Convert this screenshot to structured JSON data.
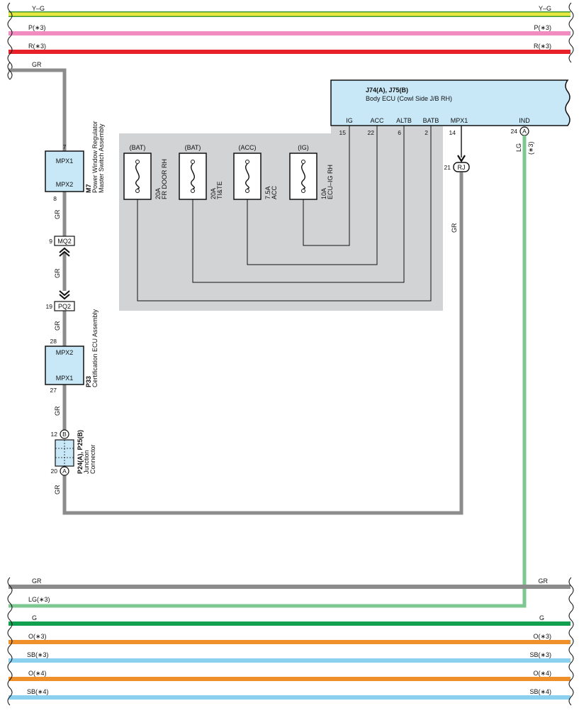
{
  "bus_top": [
    {
      "label_left": "Y–G",
      "label_right": "Y–G",
      "color": "#e8e840",
      "edge": "#3a9a3a"
    },
    {
      "label_left": "P(∗3)",
      "label_right": "P(∗3)",
      "color": "#f08cc0"
    },
    {
      "label_left": "R(∗3)",
      "label_right": "R(∗3)",
      "color": "#e8202a"
    }
  ],
  "bus_bottom": [
    {
      "label_left": "GR",
      "label_right": "GR",
      "color": "#8c8c8c"
    },
    {
      "label_left": "LG(∗3)",
      "label_right": "",
      "color": "#7cc890"
    },
    {
      "label_left": "G",
      "label_right": "G",
      "color": "#10a050"
    },
    {
      "label_left": "O(∗3)",
      "label_right": "O(∗3)",
      "color": "#f0902a"
    },
    {
      "label_left": "SB(∗3)",
      "label_right": "SB(∗3)",
      "color": "#8cd0f0"
    },
    {
      "label_left": "O(∗4)",
      "label_right": "O(∗4)",
      "color": "#f0902a"
    },
    {
      "label_left": "SB(∗4)",
      "label_right": "SB(∗4)",
      "color": "#8cd0f0"
    }
  ],
  "wire_labels": {
    "gr_top": "GR",
    "gr_m7_out": "GR",
    "gr_mid": "GR",
    "gr_pq2_out": "GR",
    "gr_p33_out": "GR",
    "gr_j_out": "GR",
    "gr_rj_down": "GR",
    "lg_ind": "LG",
    "lg_ind_note": "(∗3)"
  },
  "m7": {
    "code": "M7",
    "name_line1": "Power Window Regulator",
    "name_line2": "Master Switch Assembly",
    "pin_top_label": "MPX1",
    "pin_bottom_label": "MPX2",
    "pin_top_no": "7",
    "pin_bottom_no": "8"
  },
  "mq2": {
    "label": "MQ2",
    "pin": "9"
  },
  "pq2": {
    "label": "PQ2",
    "pin": "19"
  },
  "p33": {
    "code": "P33",
    "name": "Certification ECU Assembly",
    "pin_top_label": "MPX2",
    "pin_bottom_label": "MPX1",
    "pin_top_no": "28",
    "pin_bottom_no": "27"
  },
  "junction": {
    "code": "P24(A), P25(B)",
    "name_line1": "Junction",
    "name_line2": "Connector",
    "top_letter": "B",
    "top_pin": "12",
    "bottom_letter": "A",
    "bottom_pin": "20"
  },
  "body_ecu": {
    "code": "J74(A), J75(B)",
    "name": "Body ECU (Cowl Side J/B RH)",
    "pins": [
      {
        "label": "IG",
        "no": "15"
      },
      {
        "label": "ACC",
        "no": "22"
      },
      {
        "label": "ALTB",
        "no": "6"
      },
      {
        "label": "BATB",
        "no": "2"
      },
      {
        "label": "MPX1",
        "no": "14"
      },
      {
        "label": "IND",
        "no": "24",
        "letter": "A"
      }
    ],
    "rj_label": "RJ",
    "rj_pin": "21"
  },
  "fuses": [
    {
      "source": "(BAT)",
      "rating": "20A",
      "name": "FR DOOR RH"
    },
    {
      "source": "(BAT)",
      "rating": "20A",
      "name": "TI&TE"
    },
    {
      "source": "(ACC)",
      "rating": "7.5A",
      "name": "ACC"
    },
    {
      "source": "(IG)",
      "rating": "10A",
      "name": "ECU–IG RH"
    }
  ],
  "colors": {
    "gr": "#8c8c8c",
    "lg": "#7cc890",
    "component_fill": "#c8e8f8",
    "shaded_area": "#d2d3d5"
  }
}
